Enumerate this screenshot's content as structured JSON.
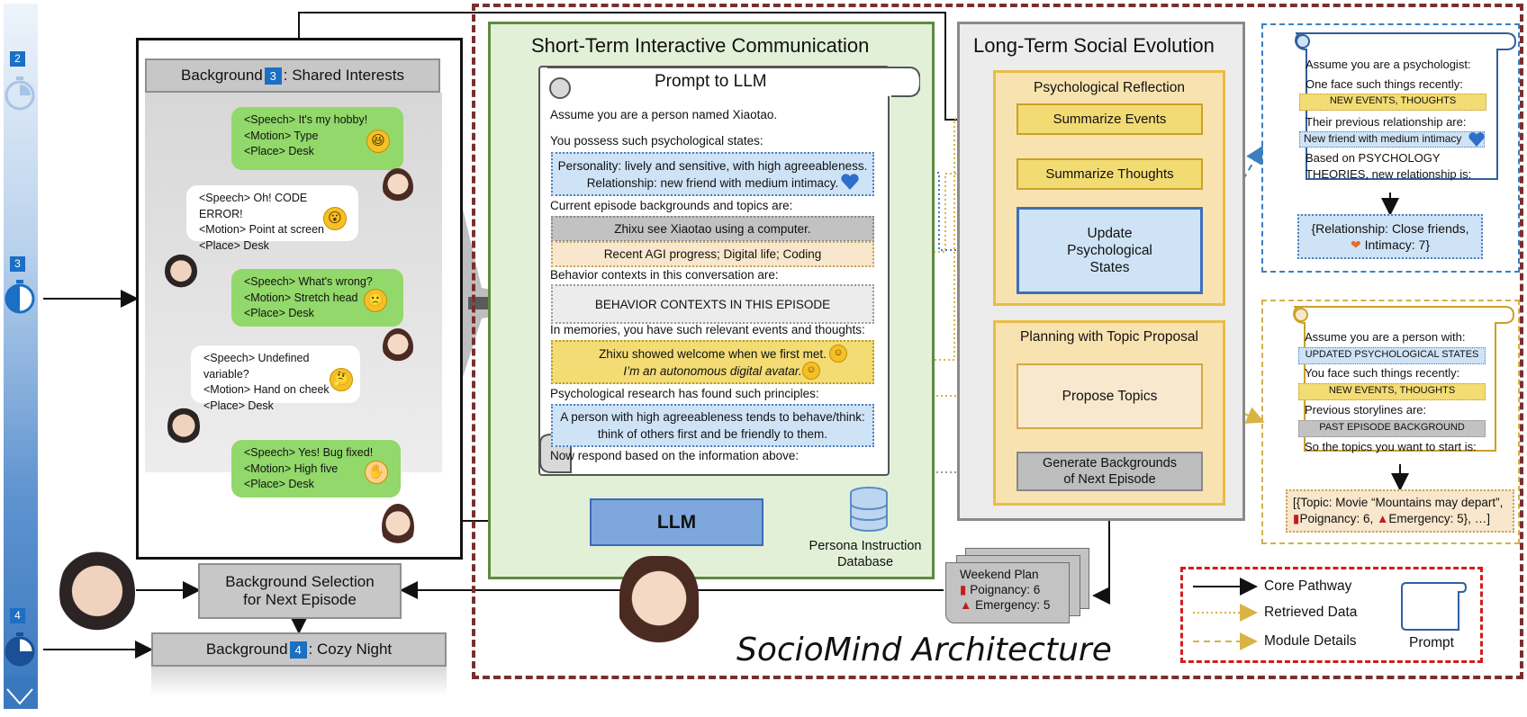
{
  "timeline": {
    "steps": [
      "2",
      "3",
      "4"
    ]
  },
  "left": {
    "background_top": {
      "prefix": "Background",
      "num": "3",
      "suffix": ": Shared Interests"
    },
    "bubbles": [
      {
        "lines": [
          "<Speech> It's my hobby!",
          "<Motion> Type",
          "<Place> Desk"
        ],
        "emoji": "😆"
      },
      {
        "lines": [
          "<Speech> Oh! CODE ERROR!",
          "<Motion> Point at screen",
          "<Place> Desk"
        ],
        "emoji": "😮"
      },
      {
        "lines": [
          "<Speech> What's wrong?",
          "<Motion> Stretch head",
          "<Place> Desk"
        ],
        "emoji": "🙁"
      },
      {
        "lines": [
          "<Speech> Undefined variable?",
          "<Motion> Hand on cheek",
          "<Place> Desk"
        ],
        "emoji": "🤔"
      },
      {
        "lines": [
          "<Speech> Yes! Bug fixed!",
          "<Motion> High five",
          "<Place> Desk"
        ],
        "emoji": "✋"
      }
    ],
    "selection": [
      "Background Selection",
      "for Next Episode"
    ],
    "background_bottom": {
      "prefix": "Background",
      "num": "4",
      "suffix": ": Cozy Night"
    }
  },
  "short_term": {
    "title": "Short-Term Interactive Communication",
    "prompt_title": "Prompt to LLM",
    "lines": {
      "intro": "Assume you are a person named Xiaotao.",
      "states_intro": "You possess such psychological states:",
      "episode_intro": "Current episode backgrounds and topics are:",
      "behavior_intro": "Behavior contexts in this conversation are:",
      "memory_intro": "In memories, you have such relevant events and thoughts:",
      "research_intro": "Psychological research has found such principles:",
      "respond": "Now respond based on the information above:"
    },
    "states": [
      "Personality: lively and sensitive, with high agreeableness.",
      "Relationship: new friend with medium intimacy."
    ],
    "episode_bg": "Zhixu see Xiaotao using a computer.",
    "topics": "Recent AGI progress; Digital life; Coding",
    "behavior": "BEHAVIOR CONTEXTS IN THIS EPISODE",
    "memory": [
      "Zhixu showed welcome when we first met.",
      "I’m an autonomous digital avatar."
    ],
    "principle": [
      "A person with high agreeableness tends to behave/think:",
      "think of others first and be friendly to them."
    ],
    "llm": "LLM",
    "database": [
      "Persona Instruction",
      "Database"
    ]
  },
  "long_term": {
    "title": "Long-Term Social Evolution",
    "reflection": "Psychological Reflection",
    "summarize_events": "Summarize Events",
    "summarize_thoughts": "Summarize Thoughts",
    "update_states": [
      "Update",
      "Psychological",
      "States"
    ],
    "planning": "Planning with  Topic Proposal",
    "propose": "Propose Topics",
    "generate": [
      "Generate Backgrounds",
      "of Next Episode"
    ]
  },
  "weekend": {
    "lines": [
      "Weekend Plan",
      "Poignancy: 6",
      "Emergency: 5"
    ]
  },
  "right_top": {
    "lines": [
      "Assume you are a psychologist:",
      "One face such things recently:",
      "Their previous relationship are:",
      "Based on PSYCHOLOGY",
      "THEORIES, new relationship is:"
    ],
    "chip_events": "NEW EVENTS, THOUGHTS",
    "chip_rel": "New friend with medium intimacy",
    "result": [
      "{Relationship: Close friends,",
      "Intimacy: 7}"
    ]
  },
  "right_bottom": {
    "lines": [
      "Assume you are a person with:",
      "You face such things recently:",
      "Previous storylines are:",
      "So the topics you want to start is:"
    ],
    "chip_states": "UPDATED PSYCHOLOGICAL STATES",
    "chip_events": "NEW EVENTS, THOUGHTS",
    "chip_past": "PAST EPISODE BACKGROUND",
    "result": [
      "[{Topic: Movie “Mountains may depart”,",
      "Poignancy: 6,",
      "Emergency: 5}, …]"
    ]
  },
  "legend": {
    "core": "Core Pathway",
    "retrieved": "Retrieved Data",
    "module": "Module Details",
    "prompt": "Prompt"
  },
  "title": "SocioMind Architecture",
  "colors": {
    "core": "#000000",
    "retrieved": "#d9b445",
    "module": "#d4b04c",
    "frame": "#7a2f2f",
    "legend_border": "#d21d1d"
  }
}
